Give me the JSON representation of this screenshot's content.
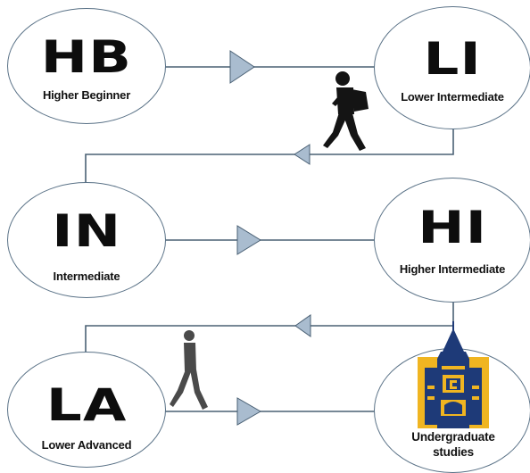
{
  "nodes": [
    {
      "abbr": "HB",
      "label": "Higher Beginner"
    },
    {
      "abbr": "LI",
      "label": "Lower Intermediate"
    },
    {
      "abbr": "IN",
      "label": "Intermediate"
    },
    {
      "abbr": "HI",
      "label": "Higher Intermediate"
    },
    {
      "abbr": "LA",
      "label": "Lower Advanced"
    }
  ],
  "final": {
    "label_line1": "Undergraduate",
    "label_line2": "studies",
    "icon": "university-tower-icon"
  },
  "icons": {
    "walker_top": "walking-student-icon",
    "walker_bottom": "walking-person-icon"
  },
  "colors": {
    "line": "#4a6074",
    "arrow_fill": "#a9bccf",
    "node_border": "#5a7287",
    "crest_blue": "#1e3a78",
    "crest_gold": "#f0b521"
  }
}
